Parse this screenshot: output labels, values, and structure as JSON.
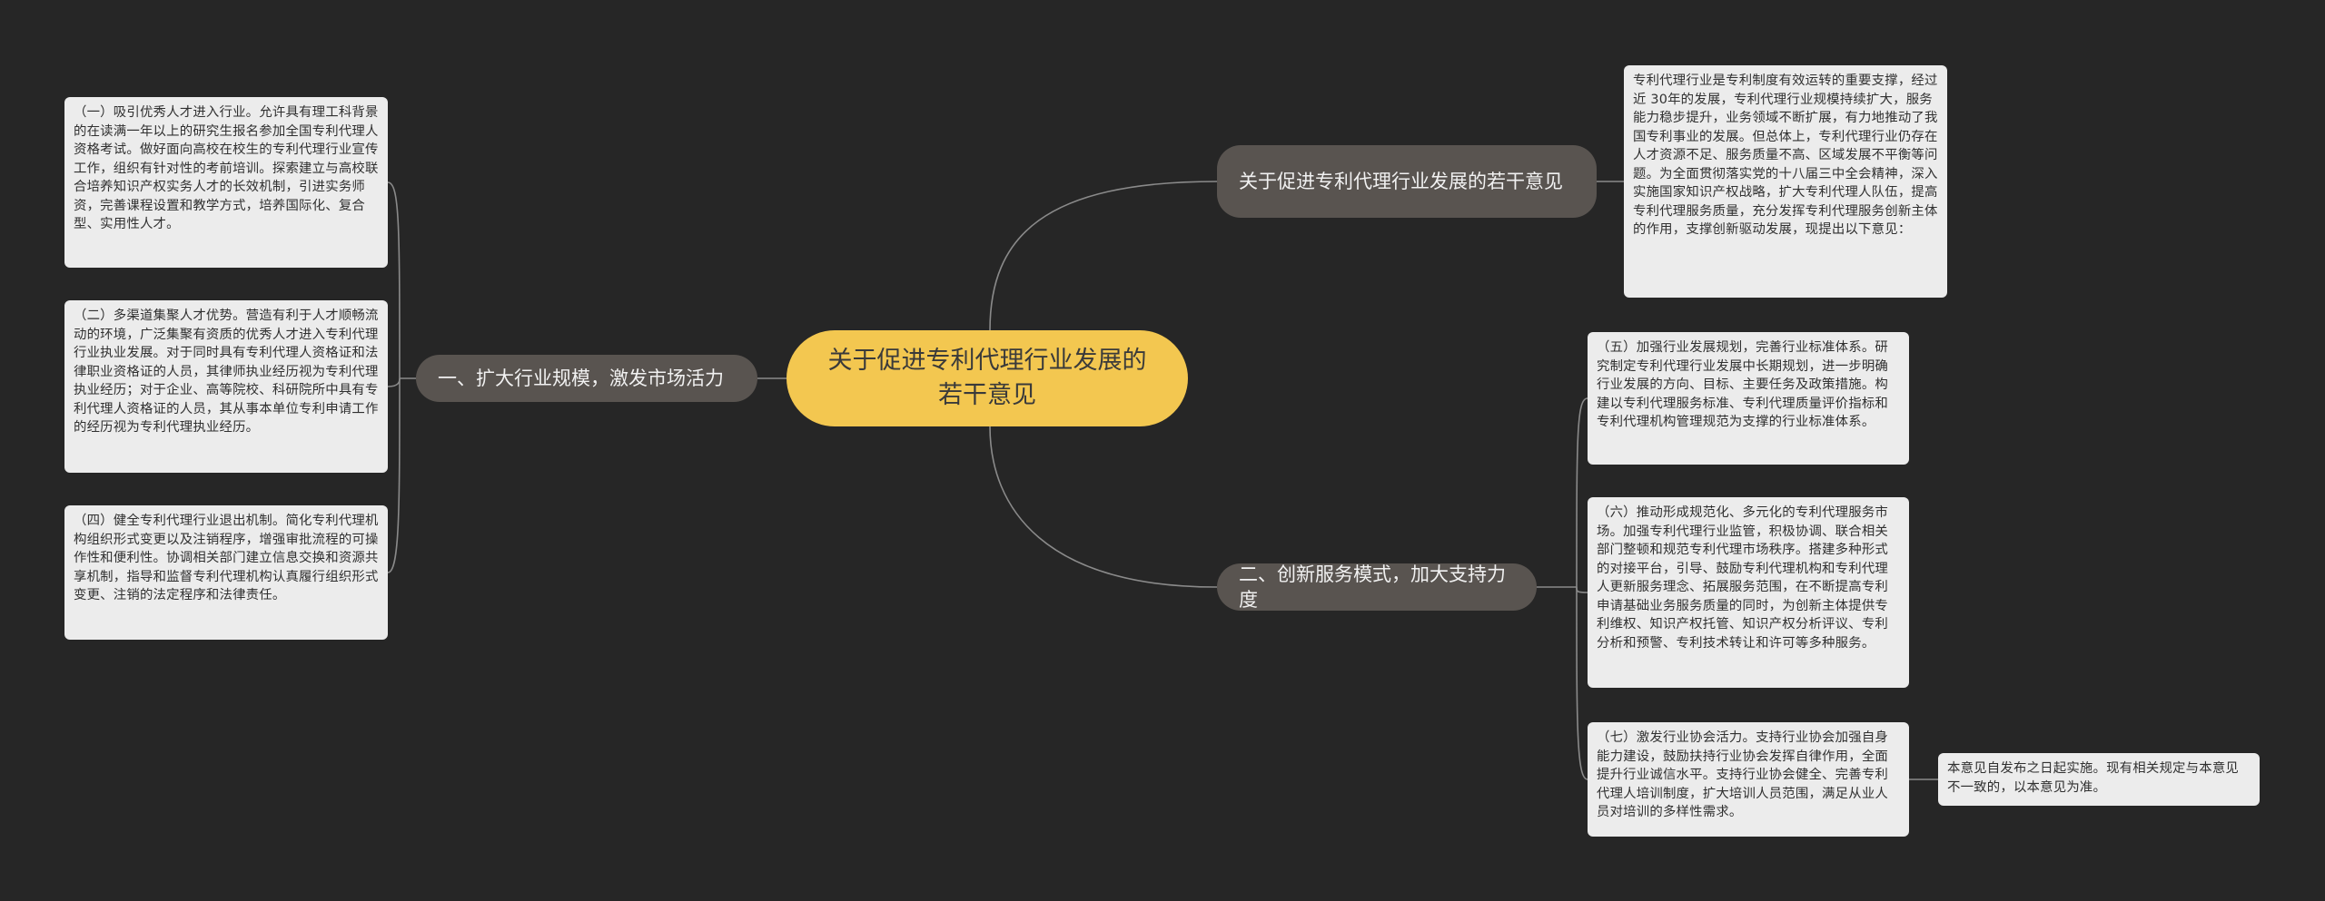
{
  "colors": {
    "background": "#262626",
    "root_fill": "#f3c750",
    "branch_fill": "#595450",
    "leaf_fill": "#ececec",
    "connector": "#8a8a8a"
  },
  "root": {
    "label": "关于促进专利代理行业发展的若干意见"
  },
  "branches": {
    "intro": {
      "label": "关于促进专利代理行业发展的若干意见",
      "text": "专利代理行业是专利制度有效运转的重要支撑，经过近 30年的发展，专利代理行业规模持续扩大，服务能力稳步提升，业务领域不断扩展，有力地推动了我国专利事业的发展。但总体上，专利代理行业仍存在人才资源不足、服务质量不高、区域发展不平衡等问题。为全面贯彻落实党的十八届三中全会精神，深入实施国家知识产权战略，扩大专利代理人队伍，提高专利代理服务质量，充分发挥专利代理服务创新主体的作用，支撑创新驱动发展，现提出以下意见："
    },
    "expand": {
      "label": "一、扩大行业规模，激发市场活力",
      "items": [
        "（一）吸引优秀人才进入行业。允许具有理工科背景的在读满一年以上的研究生报名参加全国专利代理人资格考试。做好面向高校在校生的专利代理行业宣传工作，组织有针对性的考前培训。探索建立与高校联合培养知识产权实务人才的长效机制，引进实务师资，完善课程设置和教学方式，培养国际化、复合型、实用性人才。",
        "（二）多渠道集聚人才优势。营造有利于人才顺畅流动的环境，广泛集聚有资质的优秀人才进入专利代理行业执业发展。对于同时具有专利代理人资格证和法律职业资格证的人员，其律师执业经历视为专利代理执业经历；对于企业、高等院校、科研院所中具有专利代理人资格证的人员，其从事本单位专利申请工作的经历视为专利代理执业经历。",
        "（四）健全专利代理行业退出机制。简化专利代理机构组织形式变更以及注销程序，增强审批流程的可操作性和便利性。协调相关部门建立信息交换和资源共享机制，指导和监督专利代理机构认真履行组织形式变更、注销的法定程序和法律责任。"
      ]
    },
    "innovate": {
      "label": "二、创新服务模式，加大支持力度",
      "items": [
        "（五）加强行业发展规划，完善行业标准体系。研究制定专利代理行业发展中长期规划，进一步明确行业发展的方向、目标、主要任务及政策措施。构建以专利代理服务标准、专利代理质量评价指标和专利代理机构管理规范为支撑的行业标准体系。",
        "（六）推动形成规范化、多元化的专利代理服务市场。加强专利代理行业监管，积极协调、联合相关部门整顿和规范专利代理市场秩序。搭建多种形式的对接平台，引导、鼓励专利代理机构和专利代理人更新服务理念、拓展服务范围，在不断提高专利申请基础业务服务质量的同时，为创新主体提供专利维权、知识产权托管、知识产权分析评议、专利分析和预警、专利技术转让和许可等多种服务。",
        "（七）激发行业协会活力。支持行业协会加强自身能力建设，鼓励扶持行业协会发挥自律作用，全面提升行业诚信水平。支持行业协会健全、完善专利代理人培训制度，扩大培训人员范围，满足从业人员对培训的多样性需求。"
      ],
      "effective": "本意见自发布之日起实施。现有相关规定与本意见不一致的，以本意见为准。"
    }
  }
}
